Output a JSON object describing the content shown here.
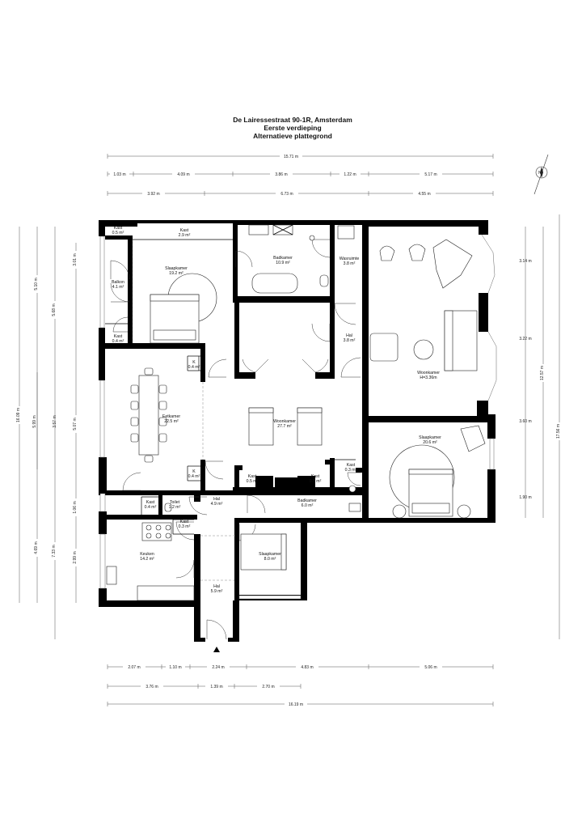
{
  "title": {
    "line1": "De Lairessestraat 90-1R, Amsterdam",
    "line2": "Eerste verdieping",
    "line3": "Alternatieve plattegrond"
  },
  "top_dimensions": {
    "total": "15.71 m",
    "row1": [
      "1.03 m",
      "4.09 m",
      "3.86 m",
      "1.22 m",
      "5.17 m"
    ],
    "row2": [
      "3.92 m",
      "6.73 m",
      "4.55 m"
    ]
  },
  "bottom_dimensions": {
    "row1": [
      "2.07 m",
      "1.10 m",
      "2.24 m",
      "4.83 m",
      "5.06 m"
    ],
    "row2": [
      "3.76 m",
      "1.39 m",
      "2.70 m"
    ],
    "total": "16.19 m"
  },
  "left_dimensions": {
    "outer": "16.09 m",
    "col_a": [
      "5.10 m",
      "4.69 m"
    ],
    "col_b": [
      "5.68 m",
      "7.33 m"
    ],
    "col_c": [
      "5.99 m"
    ],
    "col_d": [
      "3.01 m",
      "3.57 m",
      "5.07 m",
      "1.06 m",
      "2.99 m"
    ]
  },
  "right_dimensions": {
    "col_a": [
      "3.14 m",
      "3.22 m",
      "3.60 m",
      "1.90 m"
    ],
    "col_b": "12.57 m",
    "col_c": "17.56 m"
  },
  "rooms": [
    {
      "name": "Kast",
      "area": "0.5 m²"
    },
    {
      "name": "Kast",
      "area": "2.9 m²"
    },
    {
      "name": "Slaapkamer",
      "area": "19.2 m²"
    },
    {
      "name": "Balkon",
      "area": "4.1 m²"
    },
    {
      "name": "Kast",
      "area": "0.4 m²"
    },
    {
      "name": "Badkamer",
      "area": "10.9 m²"
    },
    {
      "name": "Wasruimte",
      "area": "3.8 m²"
    },
    {
      "name": "Hal",
      "area": "3.8 m²"
    },
    {
      "name": "K",
      "area": "0.4 m²"
    },
    {
      "name": "Eetkamer",
      "area": "22.5 m²"
    },
    {
      "name": "Woonkamer",
      "area": "27.7 m²"
    },
    {
      "name": "Woonkamer",
      "area": "H=3.36m"
    },
    {
      "name": "Slaapkamer",
      "area": "20.6 m²"
    },
    {
      "name": "K",
      "area": "0.4 m²"
    },
    {
      "name": "Kast",
      "area": "0.5 m²"
    },
    {
      "name": "Kast",
      "area": "0.5 m²"
    },
    {
      "name": "Kast",
      "area": "0.3 m²"
    },
    {
      "name": "Kast",
      "area": "0.4 m²"
    },
    {
      "name": "Toilet",
      "area": "1.2 m²"
    },
    {
      "name": "Hal",
      "area": "4.9 m²"
    },
    {
      "name": "Badkamer",
      "area": "6.0 m²"
    },
    {
      "name": "Kast",
      "area": "0.3 m²"
    },
    {
      "name": "Keuken",
      "area": "14.2 m²"
    },
    {
      "name": "Slaapkamer",
      "area": "8.0 m²"
    },
    {
      "name": "Hal",
      "area": "5.9 m²"
    }
  ],
  "compass": {
    "label": "N"
  }
}
